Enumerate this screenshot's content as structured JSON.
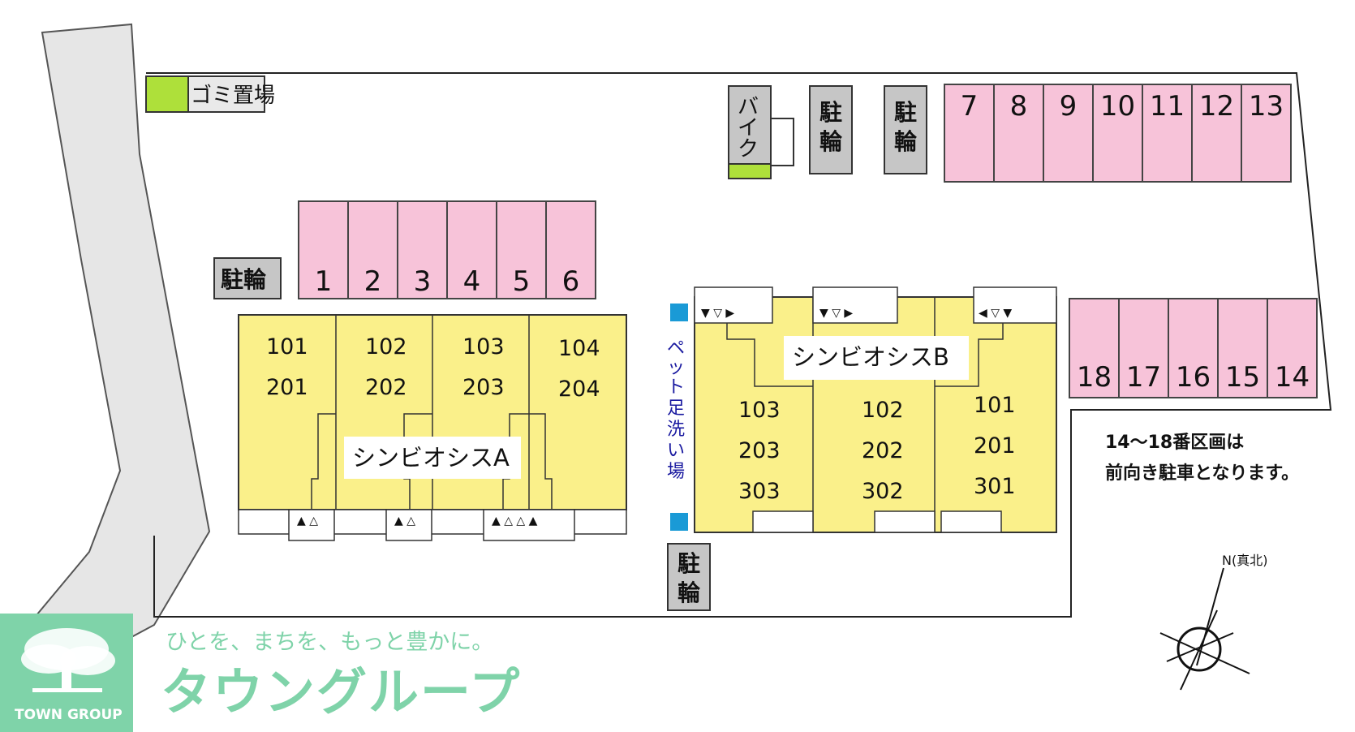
{
  "map": {
    "garbage_area": "ゴミ置場",
    "bike_area": [
      "バ",
      "イ",
      "ク"
    ],
    "bicycle_parking": "駐輪",
    "bicycle_parking_chars": [
      "駐",
      "輪"
    ],
    "pet_wash": [
      "ペ",
      "ッ",
      "ト",
      "足",
      "洗",
      "い",
      "場"
    ],
    "parking_top_left": [
      "1",
      "2",
      "3",
      "4",
      "5",
      "6"
    ],
    "parking_top_right": [
      "7",
      "8",
      "9",
      "10",
      "11",
      "12",
      "13"
    ],
    "parking_right": [
      "18",
      "17",
      "16",
      "15",
      "14"
    ],
    "note_lines": [
      "14～18番区画は",
      "前向き駐車となります。"
    ],
    "building_a": {
      "name": "シンビオシスA",
      "units": [
        {
          "upper": "101",
          "lower": "201"
        },
        {
          "upper": "102",
          "lower": "202"
        },
        {
          "upper": "103",
          "lower": "203"
        },
        {
          "upper": "104",
          "lower": "204"
        }
      ]
    },
    "building_b": {
      "name": "シンビオシスB",
      "units": [
        {
          "floors": [
            "103",
            "203",
            "303"
          ]
        },
        {
          "floors": [
            "102",
            "202",
            "302"
          ]
        },
        {
          "floors": [
            "101",
            "201",
            "301"
          ]
        }
      ]
    },
    "compass_label": "N(真北)"
  },
  "brand": {
    "tagline": "ひとを、まちを、もっと豊かに。",
    "name": "タウングループ",
    "logo_text": "TOWN GROUP"
  },
  "colors": {
    "parking": "#f7c3d9",
    "building": "#faf08a",
    "garbage": "#aee03a",
    "gray_box": "#c6c6c6",
    "road": "#e6e6e6",
    "pet_marker": "#1a9ad6",
    "brand_green": "#7fd3a9"
  }
}
